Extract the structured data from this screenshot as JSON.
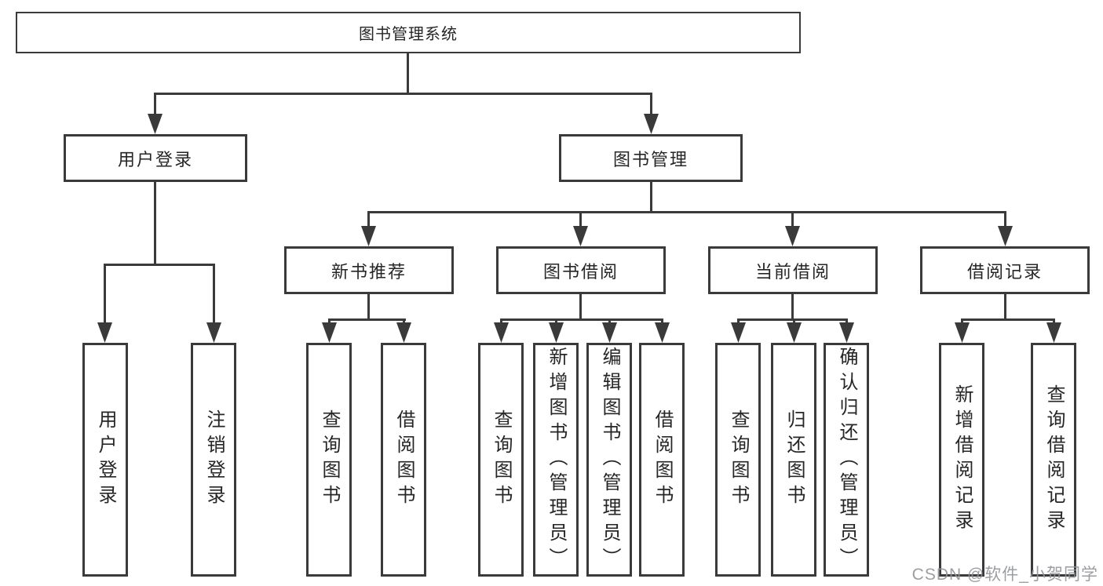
{
  "diagram": {
    "type": "tree",
    "direction": "top-down",
    "colors": {
      "line": "#3a3a3a",
      "box_border": "#3a3a3a",
      "box_fill": "#ffffff",
      "text": "#262626",
      "watermark": "#919498"
    },
    "tree": {
      "label": "图书管理系统",
      "children": [
        {
          "label": "用户登录",
          "children": [
            {
              "label": "用户登录"
            },
            {
              "label": "注销登录"
            }
          ]
        },
        {
          "label": "图书管理",
          "children": [
            {
              "label": "新书推荐",
              "children": [
                {
                  "label": "查询图书"
                },
                {
                  "label": "借阅图书"
                }
              ]
            },
            {
              "label": "图书借阅",
              "children": [
                {
                  "label": "查询图书"
                },
                {
                  "label": "新增图书（管理员）"
                },
                {
                  "label": "编辑图书（管理员）"
                },
                {
                  "label": "借阅图书"
                }
              ]
            },
            {
              "label": "当前借阅",
              "children": [
                {
                  "label": "查询图书"
                },
                {
                  "label": "归还图书"
                },
                {
                  "label": "确认归还（管理员）"
                }
              ]
            },
            {
              "label": "借阅记录",
              "children": [
                {
                  "label": "新增借阅记录"
                },
                {
                  "label": "查询借阅记录"
                }
              ]
            }
          ]
        }
      ]
    },
    "watermark": "CSDN @软件_小贺同学"
  }
}
